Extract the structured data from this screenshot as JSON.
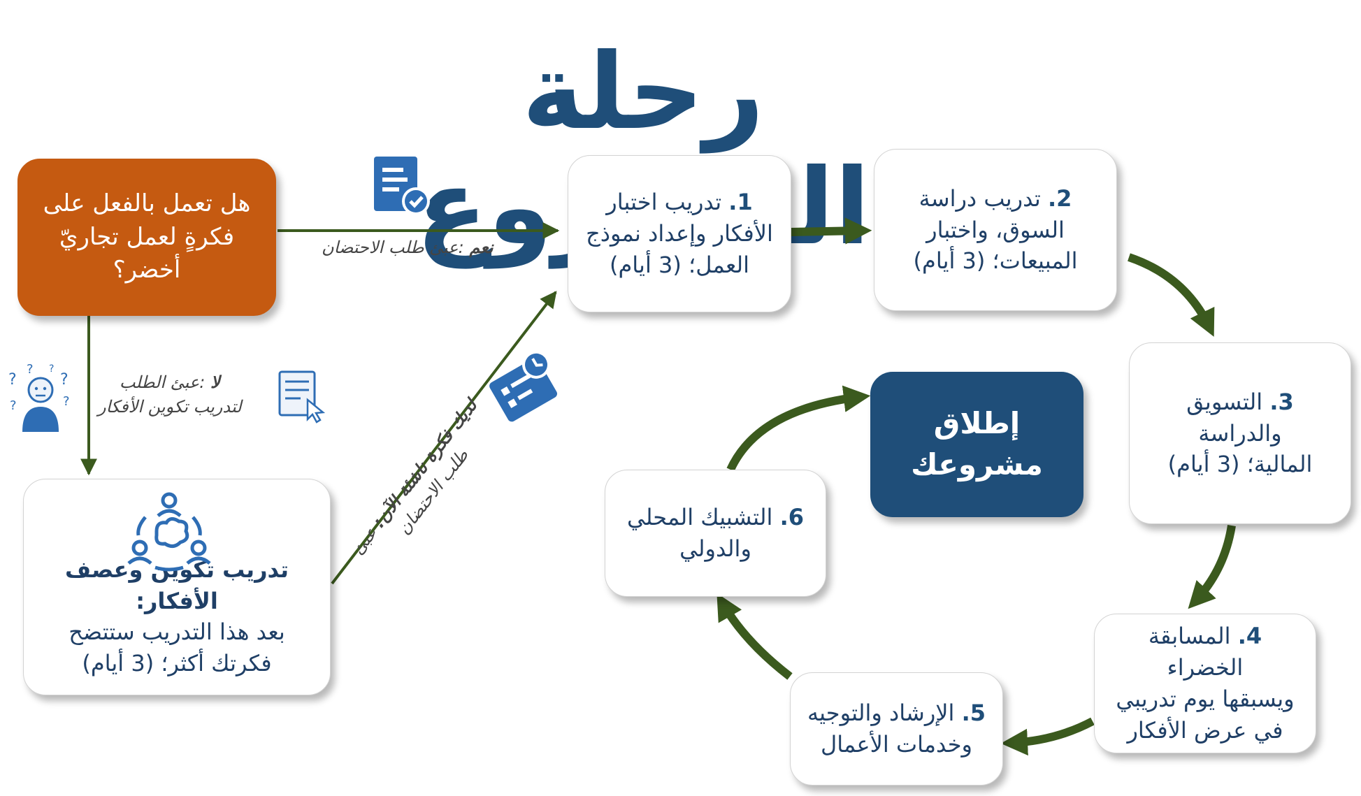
{
  "title": "رحلة المشروع",
  "start_box": {
    "text": "هل تعمل بالفعل على فكرةٍ لعمل تجاريّ أخضر؟"
  },
  "yes_label": {
    "key": "نعم",
    "text": ":عبئ طلب الاحتضان"
  },
  "no_label": {
    "key": "لا",
    "line1": ":عبئ الطلب",
    "line2": "لتدريب تكوين الأفكار"
  },
  "diag_label": {
    "key": "لديك فكرة ناشئة الآن:",
    "line1": "عبئ",
    "line2": "طلب الاحتضان"
  },
  "ideation_box": {
    "title": "تدريب تكوين وعصف الأفكار:",
    "line1": "بعد هذا التدريب ستتضح",
    "line2": "فكرتك أكثر؛ (3 أيام)"
  },
  "steps": [
    {
      "num": "1.",
      "text1": "تدريب اختبار",
      "text2": "الأفكار وإعداد نموذج",
      "text3": "العمل؛ (3 أيام)"
    },
    {
      "num": "2.",
      "text1": "تدريب دراسة",
      "text2": "السوق، واختبار",
      "text3": "المبيعات؛ (3 أيام)"
    },
    {
      "num": "3.",
      "text1": "التسويق والدراسة",
      "text2": "المالية؛ (3 أيام)"
    },
    {
      "num": "4.",
      "text1": "المسابقة الخضراء",
      "text2": "ويسبقها يوم تدريبي",
      "text3": "في عرض الأفكار"
    },
    {
      "num": "5.",
      "text1": "الإرشاد والتوجيه",
      "text2": "وخدمات الأعمال"
    },
    {
      "num": "6.",
      "text1": "التشبيك المحلي",
      "text2": "والدولي"
    }
  ],
  "launch_box": {
    "text": "إطلاق مشروعك"
  },
  "icons": [
    "document-check-icon",
    "form-pointer-icon",
    "confused-person-icon",
    "team-brainstorm-icon",
    "application-clock-icon"
  ],
  "colors": {
    "title": "#1f4e79",
    "start": "#c55a11",
    "launch": "#1f4e79",
    "arrow": "#3b5a1e",
    "icon": "#2e6db4"
  }
}
